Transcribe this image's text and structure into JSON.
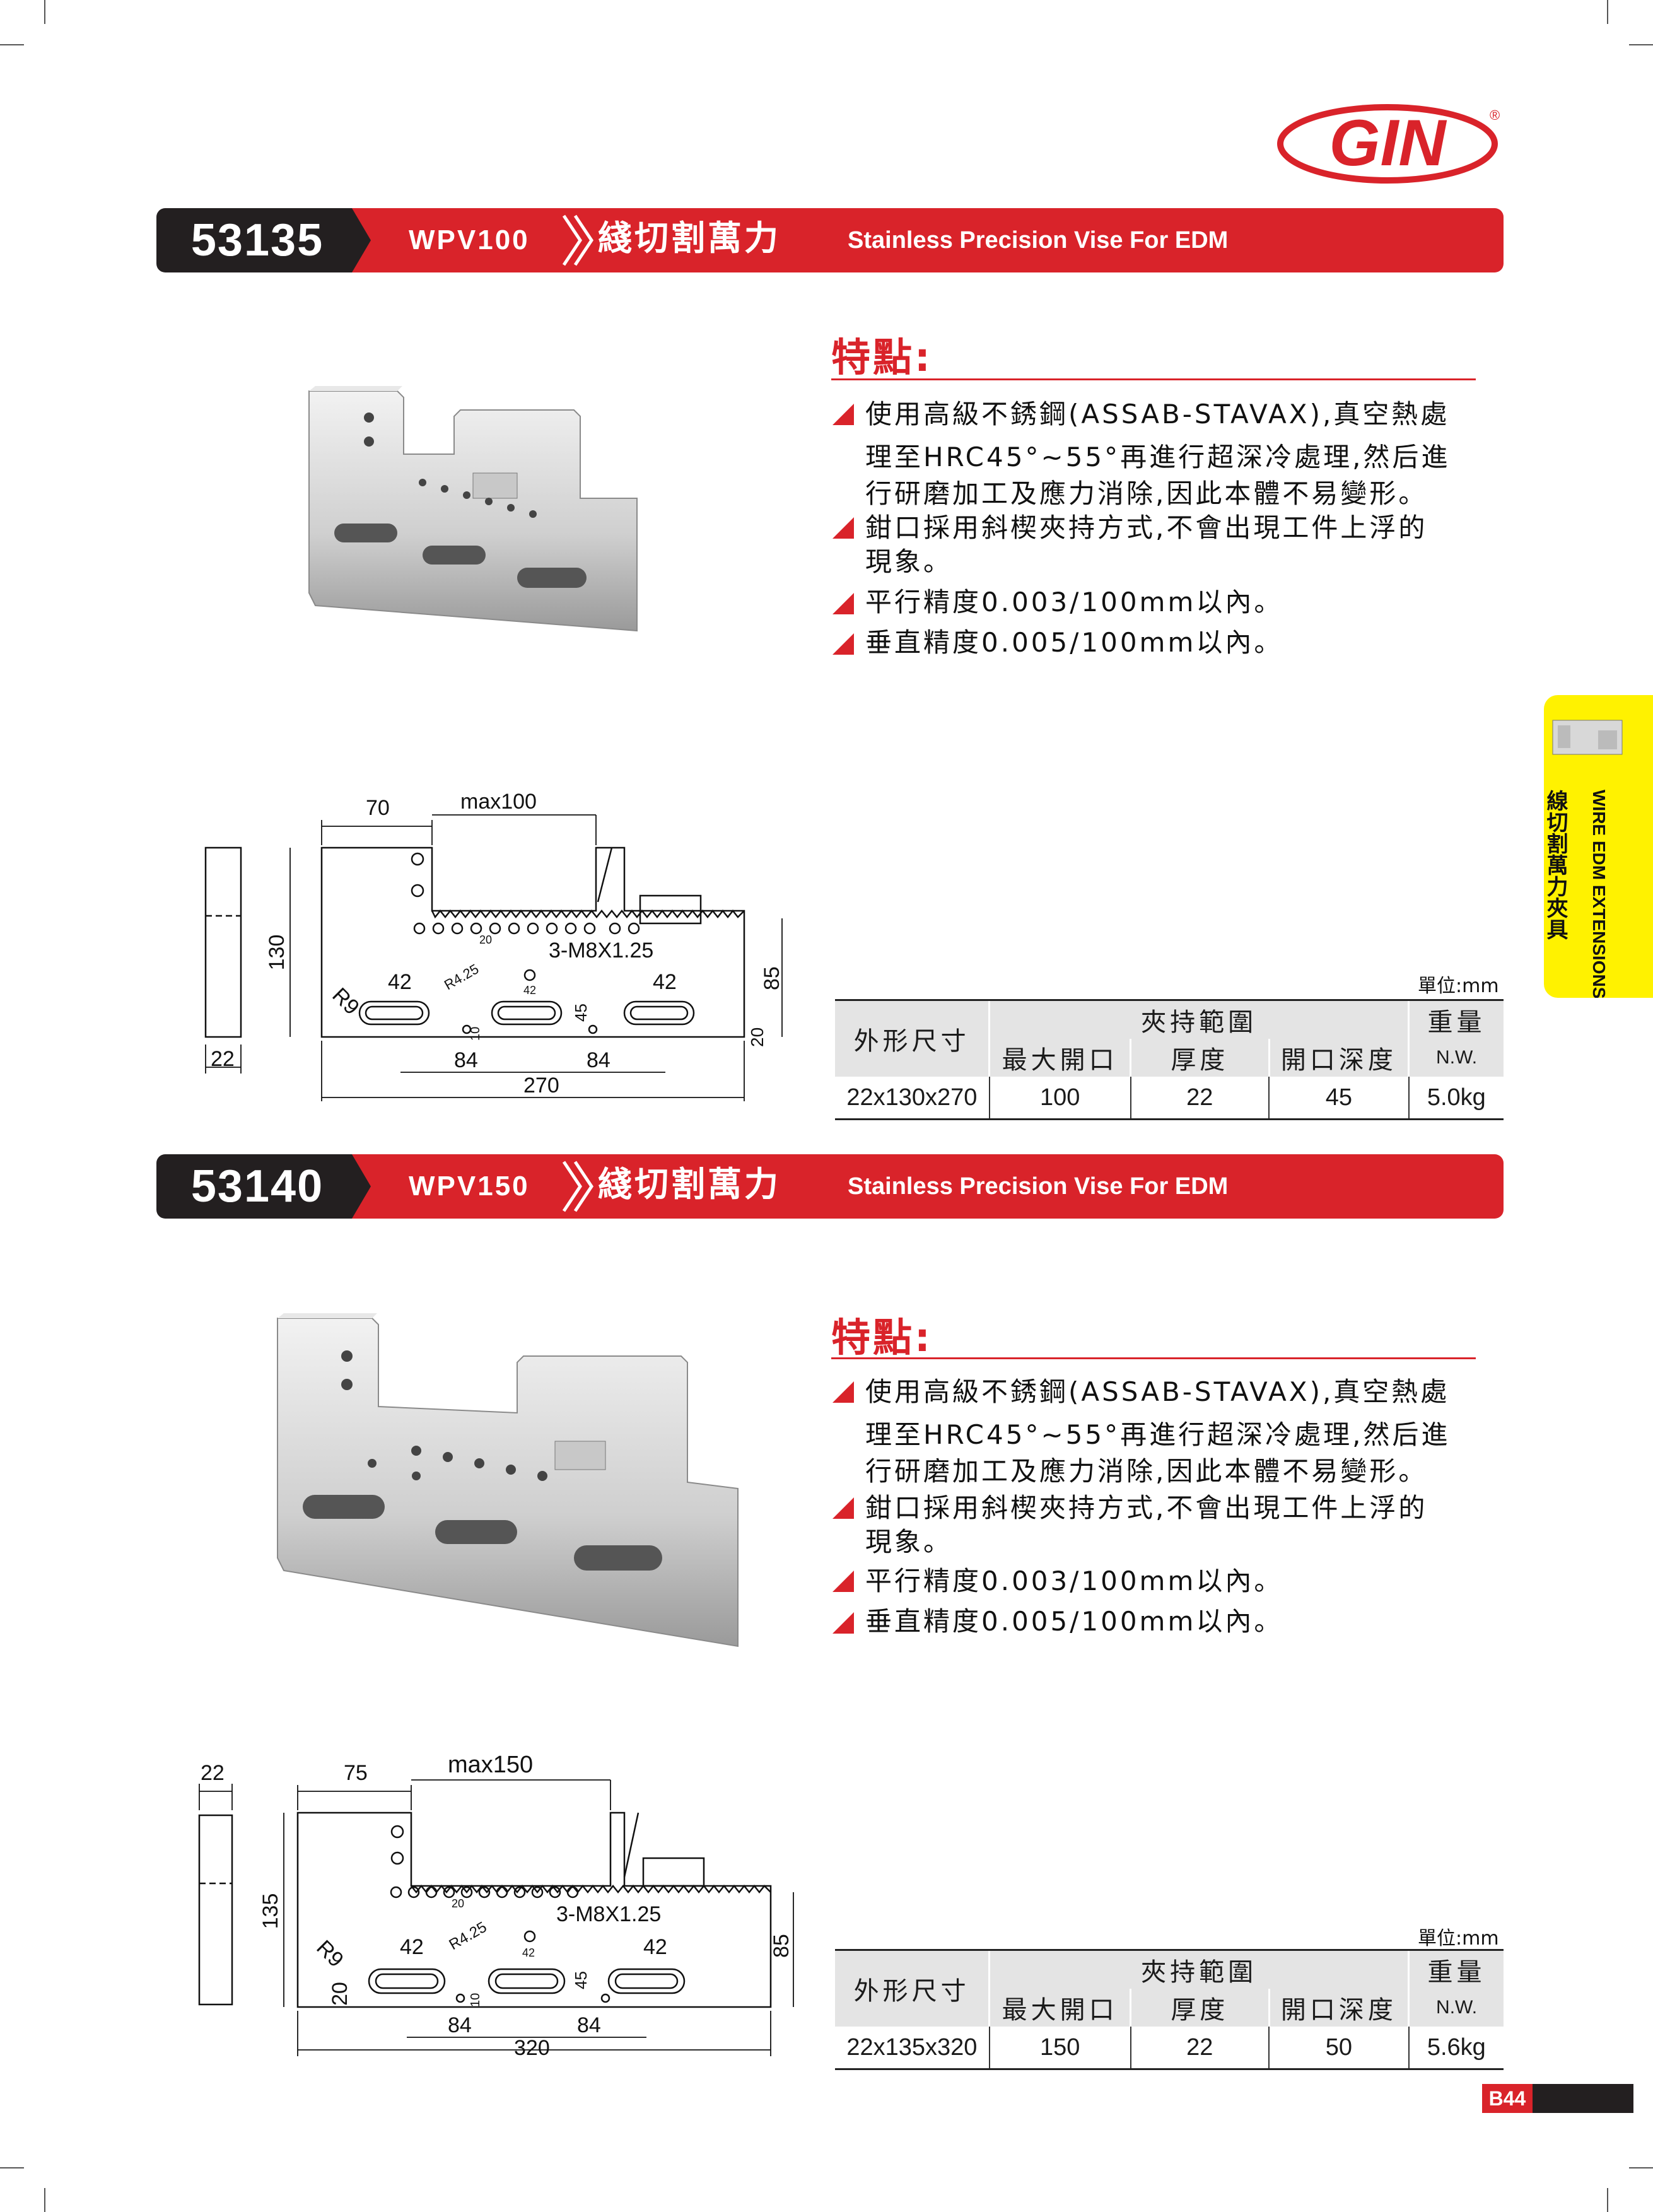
{
  "brand": {
    "logo_text": "GIN",
    "registered": "®"
  },
  "products": [
    {
      "code": "53135",
      "model": "WPV100",
      "title_zh": "綫切割萬力",
      "title_en": "Stainless Precision Vise For EDM",
      "features_title": "特點:",
      "features": [
        [
          "使用高級不銹鋼(ASSAB-STAVAX),真空熱處",
          "理至HRC45°~55°再進行超深冷處理,然后進",
          "行研磨加工及應力消除,因此本體不易變形。"
        ],
        [
          "鉗口採用斜楔夾持方式,不會出現工件上浮的",
          "現象。"
        ],
        [
          "平行精度0.003/100mm以內。"
        ],
        [
          "垂直精度0.005/100mm以內。"
        ]
      ],
      "drawing": {
        "thickness": "22",
        "height": "130",
        "opening_offset": "70",
        "max_opening": "max100",
        "slot_radius": "R9",
        "r_small": "R4.25",
        "thread": "3-M8X1.25",
        "pitch": "20",
        "slot_len": "42",
        "slot_mid": "42",
        "dim_45": "45",
        "dim_10": "10",
        "dim_20": "20",
        "dim_85": "85",
        "span_a": "84",
        "span_b": "84",
        "length": "270"
      },
      "spec": {
        "unit_label": "單位:mm",
        "col_size": "外形尺寸",
        "col_range": "夾持範圍",
        "col_weight": "重量",
        "col_max": "最大開口",
        "col_thick": "厚度",
        "col_depth": "開口深度",
        "col_nw": "N.W.",
        "size": "22x130x270",
        "max": "100",
        "thick": "22",
        "depth": "45",
        "weight": "5.0kg"
      }
    },
    {
      "code": "53140",
      "model": "WPV150",
      "title_zh": "綫切割萬力",
      "title_en": "Stainless Precision Vise For EDM",
      "features_title": "特點:",
      "features": [
        [
          "使用高級不銹鋼(ASSAB-STAVAX),真空熱處",
          "理至HRC45°~55°再進行超深冷處理,然后進",
          "行研磨加工及應力消除,因此本體不易變形。"
        ],
        [
          "鉗口採用斜楔夾持方式,不會出現工件上浮的",
          "現象。"
        ],
        [
          "平行精度0.003/100mm以內。"
        ],
        [
          "垂直精度0.005/100mm以內。"
        ]
      ],
      "drawing": {
        "thickness": "22",
        "height": "135",
        "opening_offset": "75",
        "max_opening": "max150",
        "slot_radius": "R9",
        "r_small": "R4.25",
        "thread": "3-M8X1.25",
        "pitch": "20",
        "slot_len": "42",
        "slot_mid": "42",
        "dim_45": "45",
        "dim_10": "10",
        "dim_20": "20",
        "dim_85": "85",
        "span_a": "84",
        "span_b": "84",
        "length": "320"
      },
      "spec": {
        "unit_label": "單位:mm",
        "col_size": "外形尺寸",
        "col_range": "夾持範圍",
        "col_weight": "重量",
        "col_max": "最大開口",
        "col_thick": "厚度",
        "col_depth": "開口深度",
        "col_nw": "N.W.",
        "size": "22x135x320",
        "max": "150",
        "thick": "22",
        "depth": "50",
        "weight": "5.6kg"
      }
    }
  ],
  "side_tab": {
    "zh": "線切割萬力夾具",
    "en": "WIRE EDM EXTENSIONS CLAMP"
  },
  "page_number": "B44",
  "colors": {
    "accent": "#d9232a",
    "dark": "#231f20",
    "tab": "#fff200"
  }
}
